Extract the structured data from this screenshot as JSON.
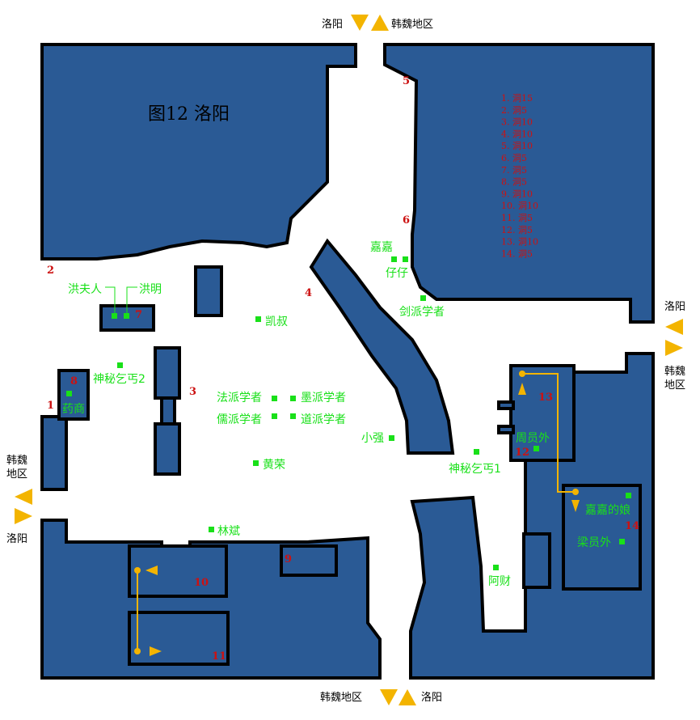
{
  "title": "图12  洛阳",
  "exits": {
    "top_left": "洛阳",
    "top_right": "韩魏地区",
    "right_top": "洛阳",
    "right_bottom_1": "韩魏",
    "right_bottom_2": "地区",
    "left_top_1": "韩魏",
    "left_top_2": "地区",
    "left_bottom": "洛阳",
    "bottom_left": "韩魏地区",
    "bottom_right": "洛阳"
  },
  "npcs": {
    "hongfuren": "洪夫人",
    "hongming": "洪明",
    "kaishu": "凯叔",
    "qigai2": "神秘乞丐2",
    "yaoshang": "药商",
    "fapai": "法派学者",
    "mopai": "墨派学者",
    "rupai": "儒派学者",
    "daopai": "道派学者",
    "huangrong": "黄荣",
    "jiajia": "嘉嘉",
    "zaizai": "仔仔",
    "jianpai": "剑派学者",
    "xiaoqiang": "小强",
    "qigai1": "神秘乞丐1",
    "zhouyuanwai": "周员外",
    "jiajianiang": "嘉嘉的娘",
    "liangyuanwai": "梁员外",
    "afai": "阿财",
    "linbin": "林斌"
  },
  "markers": [
    "1",
    "2",
    "3",
    "4",
    "5",
    "6",
    "7",
    "8",
    "9",
    "10",
    "11",
    "12",
    "13",
    "14"
  ],
  "legend": [
    "1. 洞15",
    "2. 洞5",
    "3. 洞10",
    "4. 洞10",
    "5. 洞10",
    "6. 洞5",
    "7. 洞5",
    "8. 洞5",
    "9. 洞10",
    "10. 洞10",
    "11. 洞5",
    "12. 洞5",
    "13. 洞10",
    "14. 洞5"
  ],
  "colors": {
    "building": "#2a5a95",
    "npc": "#19e019",
    "marker": "#cc1111",
    "arrow": "#f3b400"
  }
}
